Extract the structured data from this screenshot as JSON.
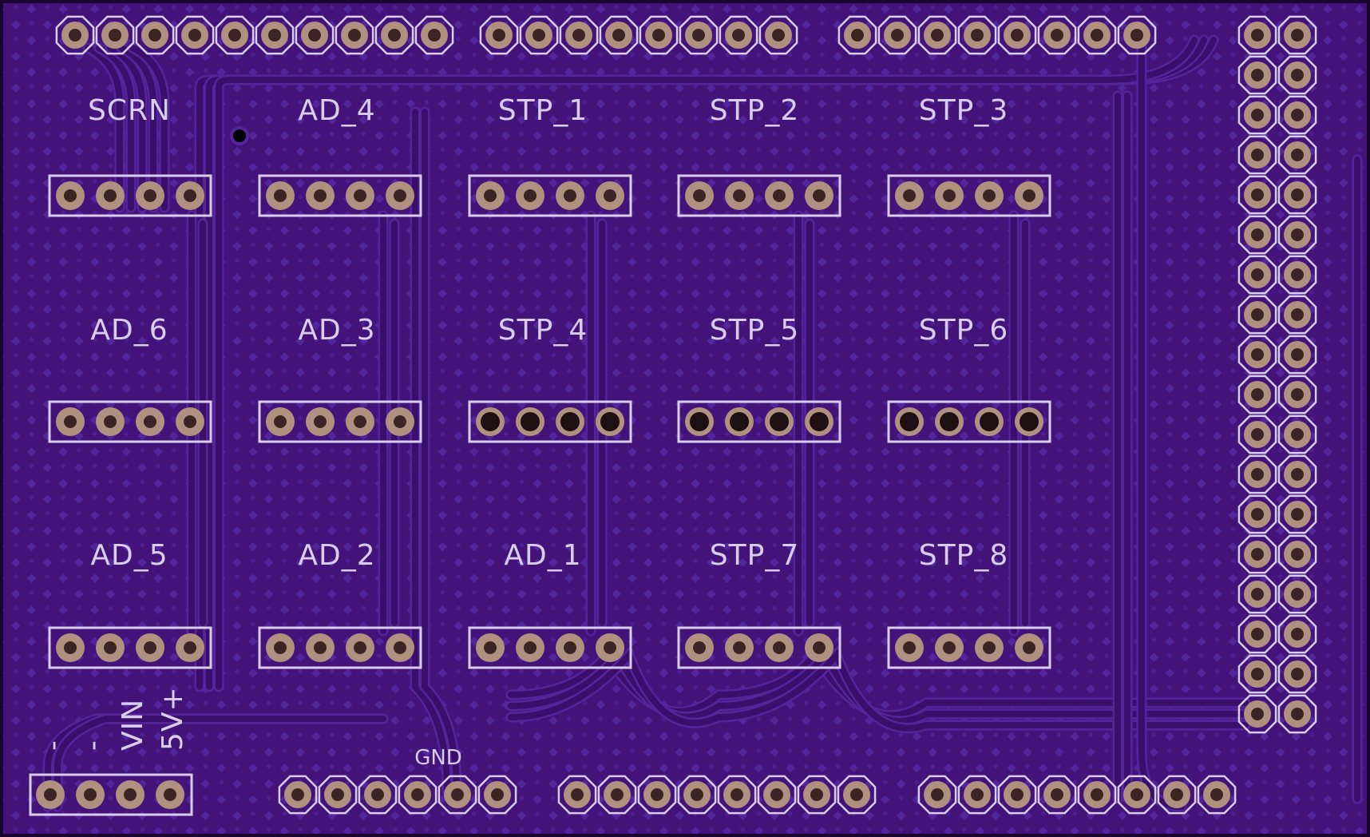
{
  "board": {
    "colors": {
      "substrate": "#43137a",
      "outline": "#1a0530",
      "trace": "#3a0f6b",
      "trace_edge": "#55249a",
      "silkscreen": "#d8cdea",
      "pad_copper": "#b0917f",
      "pad_hole": "#3d2424",
      "pad_dark": "#1d0f12",
      "hatch": "#53259a"
    },
    "headers": [
      {
        "label": "SCRN",
        "pads": 4,
        "pad_style": "copper"
      },
      {
        "label": "AD_4",
        "pads": 4,
        "pad_style": "copper"
      },
      {
        "label": "STP_1",
        "pads": 4,
        "pad_style": "copper"
      },
      {
        "label": "STP_2",
        "pads": 4,
        "pad_style": "copper"
      },
      {
        "label": "STP_3",
        "pads": 4,
        "pad_style": "copper"
      },
      {
        "label": "AD_6",
        "pads": 4,
        "pad_style": "copper"
      },
      {
        "label": "AD_3",
        "pads": 4,
        "pad_style": "copper"
      },
      {
        "label": "STP_4",
        "pads": 4,
        "pad_style": "dark"
      },
      {
        "label": "STP_5",
        "pads": 4,
        "pad_style": "dark"
      },
      {
        "label": "STP_6",
        "pads": 4,
        "pad_style": "dark"
      },
      {
        "label": "AD_5",
        "pads": 4,
        "pad_style": "copper"
      },
      {
        "label": "AD_2",
        "pads": 4,
        "pad_style": "copper"
      },
      {
        "label": "AD_1",
        "pads": 4,
        "pad_style": "copper"
      },
      {
        "label": "STP_7",
        "pads": 4,
        "pad_style": "copper"
      },
      {
        "label": "STP_8",
        "pads": 4,
        "pad_style": "copper"
      }
    ],
    "power": {
      "pins": 4,
      "labels": [
        "-",
        "-",
        "VIN",
        "5V+"
      ]
    },
    "gnd_label": "GND",
    "top_row_counts": [
      10,
      8,
      8
    ],
    "bottom_row_counts": [
      6,
      8,
      8
    ],
    "right_header": {
      "rows": 18,
      "cols": 2
    }
  }
}
